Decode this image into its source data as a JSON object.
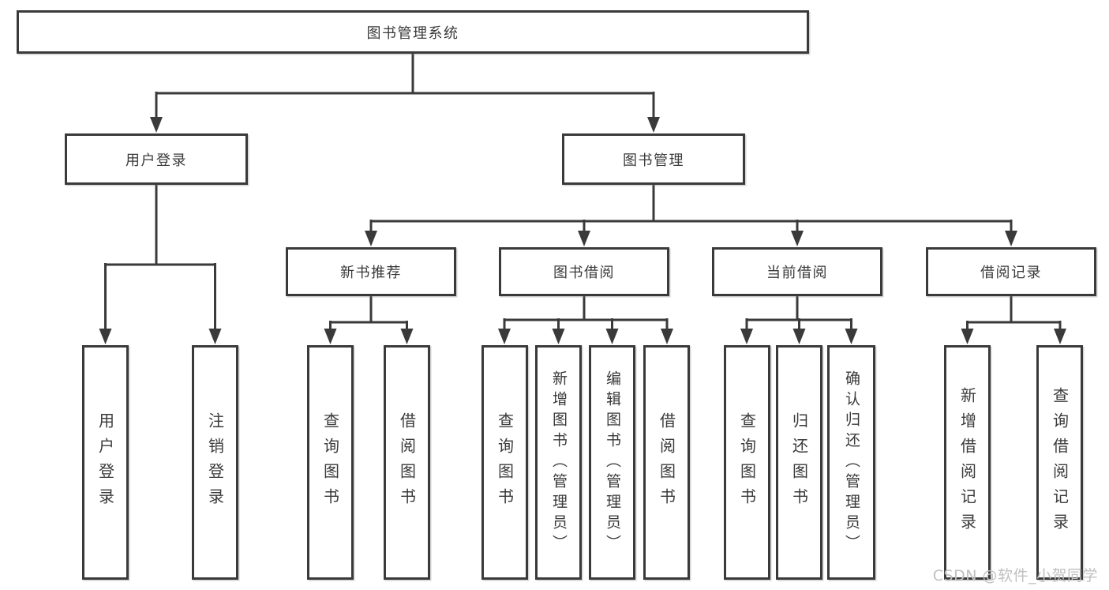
{
  "tree": {
    "title": "图书管理系统",
    "level2": [
      {
        "label": "用户登录",
        "leaves": [
          "用户登录",
          "注销登录"
        ]
      },
      {
        "label": "图书管理",
        "groups": [
          {
            "label": "新书推荐",
            "leaves": [
              "查询图书",
              "借阅图书"
            ]
          },
          {
            "label": "图书借阅",
            "leaves": [
              "查询图书",
              "新增图书（管理员）",
              "编辑图书（管理员）",
              "借阅图书"
            ]
          },
          {
            "label": "当前借阅",
            "leaves": [
              "查询图书",
              "归还图书",
              "确认归还（管理员）"
            ]
          },
          {
            "label": "借阅记录",
            "leaves": [
              "新增借阅记录",
              "查询借阅记录"
            ]
          }
        ]
      }
    ]
  },
  "watermark": "CSDN @软件_小贺同学",
  "colors": {
    "line": "#3a3a3a",
    "text": "#3a3a3a",
    "background": "#ffffff",
    "watermark": "#c0c0c0"
  }
}
